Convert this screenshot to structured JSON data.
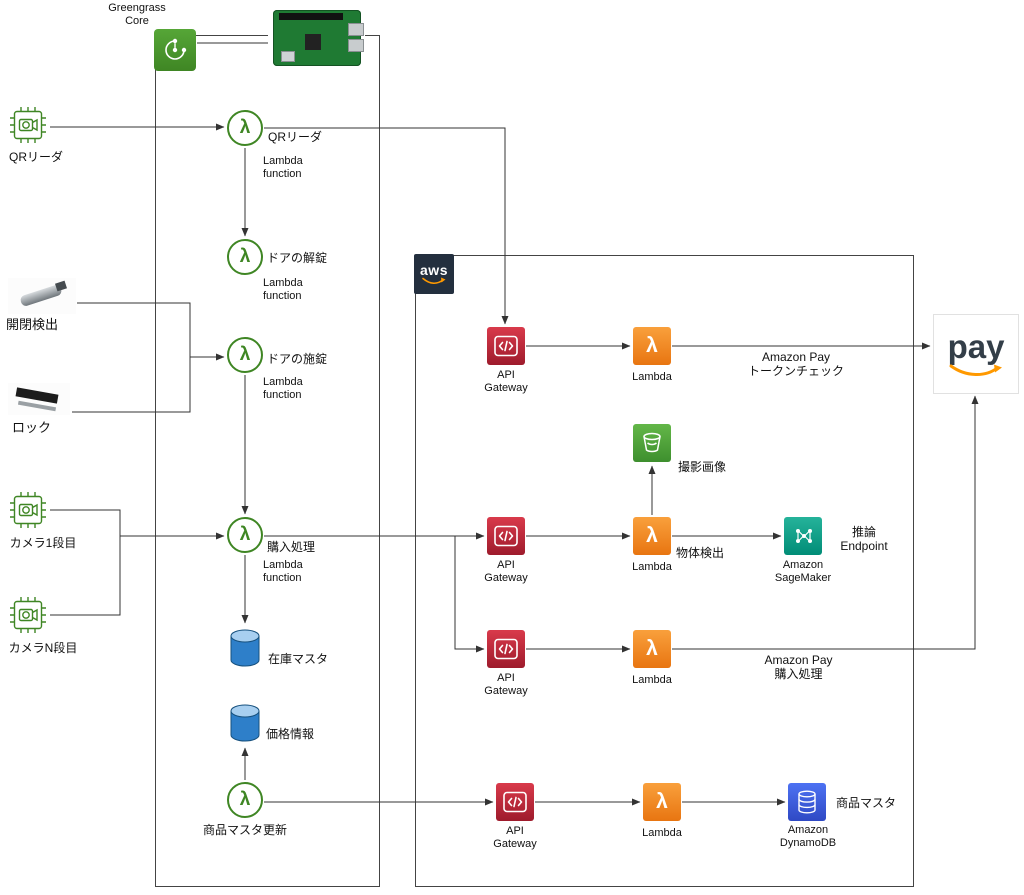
{
  "colors": {
    "greengrass_green": "#3F8624",
    "lambda_orange": "#ED7100",
    "api_gateway_red": "#BE1E2D",
    "s3_green": "#4F8F2F",
    "sagemaker_teal": "#10A88E",
    "dynamodb_blue": "#3B48CC",
    "aws_navy": "#232F3E",
    "amazon_orange": "#FF9900",
    "datastore_blue": "#2E7FC9"
  },
  "glyphs": {
    "lambda": "λ"
  },
  "edge": {
    "greengrass_label": "Greengrass\nCore"
  },
  "devices": {
    "qr_reader": "QRリーダ",
    "open_close": "開閉検出",
    "lock": "ロック",
    "camera_tier1": "カメラ1段目",
    "camera_tierN": "カメラN段目"
  },
  "gg_lambdas": {
    "qr": {
      "title": "QRリーダ",
      "sub": "Lambda\nfunction"
    },
    "unlock": {
      "title": "ドアの解錠",
      "sub": "Lambda\nfunction"
    },
    "lock": {
      "title": "ドアの施錠",
      "sub": "Lambda\nfunction"
    },
    "purchase": {
      "title": "購入処理",
      "sub": "Lambda\nfunction"
    },
    "master_update": {
      "title": "商品マスタ更新"
    }
  },
  "datastores": {
    "stock": "在庫マスタ",
    "price": "価格情報"
  },
  "cloud": {
    "aws_logo": "aws",
    "api_gateway": "API\nGateway",
    "lambda": "Lambda",
    "notes": {
      "token_check": "Amazon Pay\nトークンチェック",
      "captured_image": "撮影画像",
      "object_detection": "物体検出",
      "sagemaker": "Amazon\nSageMaker",
      "inference_endpoint": "推論\nEndpoint",
      "pay_purchase": "Amazon Pay\n購入処理",
      "dynamodb": "Amazon\nDynamoDB",
      "product_master": "商品マスタ"
    }
  },
  "pay_logo": "pay"
}
